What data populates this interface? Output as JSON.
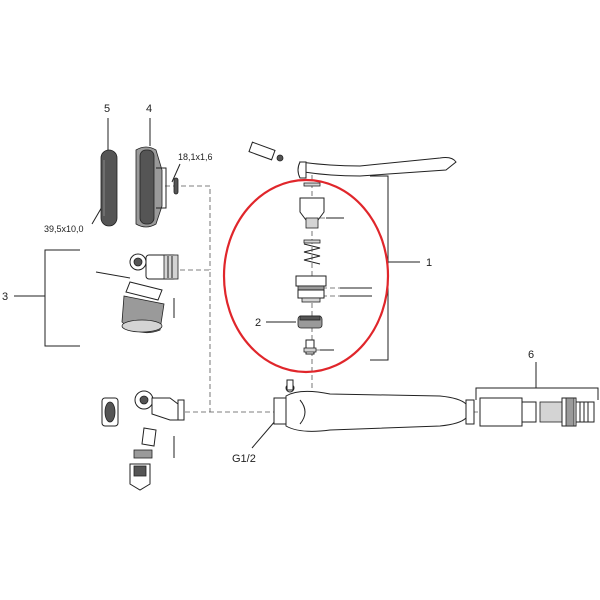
{
  "diagram": {
    "labels": {
      "part1": "1",
      "part2": "2",
      "part3": "3",
      "part4": "4",
      "part5": "5",
      "part6": "6",
      "dim_oring_large": "39,5x10,0",
      "dim_oring_small": "18,1x1,6",
      "thread": "G1/2"
    },
    "highlight_color": "#e0262b"
  }
}
